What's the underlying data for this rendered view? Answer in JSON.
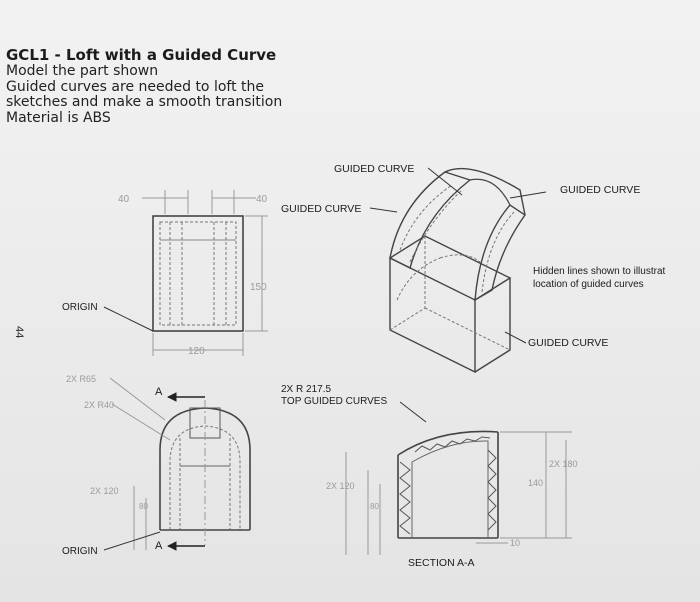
{
  "header": {
    "title": "GCL1 - Loft with a Guided Curve",
    "lines": [
      "Model the part shown",
      "Guided curves are needed to loft the",
      "sketches and make a smooth transition",
      "Material is ABS"
    ]
  },
  "front_view": {
    "dim_left": "40",
    "dim_right": "40",
    "dim_height": "150",
    "dim_width": "120",
    "origin_label": "ORIGIN"
  },
  "bottom_view": {
    "r65": "2X R65",
    "r40": "2X R40",
    "x120": "2X 120",
    "d80": "80",
    "section_a_top": "A",
    "section_a_bottom": "A",
    "origin_label": "ORIGIN"
  },
  "iso_view": {
    "guided_curve_top": "GUIDED CURVE",
    "guided_curve_left": "GUIDED CURVE",
    "guided_curve_right": "GUIDED CURVE",
    "guided_curve_bottom": "GUIDED CURVE",
    "note_line1": "Hidden lines shown to illustrat",
    "note_line2": "location of guided curves"
  },
  "section_view": {
    "r_label_1": "2X R 217.5",
    "r_label_2": "TOP GUIDED CURVES",
    "x120": "2X 120",
    "d80": "80",
    "x180": "2X 180",
    "d140": "140",
    "d10": "10",
    "section_label": "SECTION A-A"
  },
  "margin_mark": "44"
}
